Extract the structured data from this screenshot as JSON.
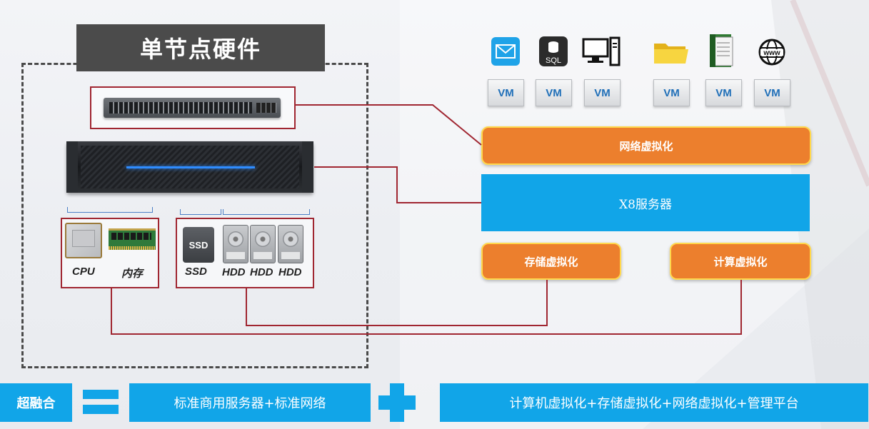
{
  "title": "单节点硬件",
  "hardware": {
    "cpu_label": "CPU",
    "memory_label": "内存",
    "ssd_label": "SSD",
    "ssd_badge": "SSD",
    "hdd_labels": [
      "HDD",
      "HDD",
      "HDD"
    ]
  },
  "icons": [
    "mail-icon",
    "sql-database-icon",
    "desktop-computer-icon",
    "folder-icon",
    "document-book-icon",
    "www-globe-icon"
  ],
  "sql_badge": "SQL",
  "www_badge": "www",
  "vms": [
    "VM",
    "VM",
    "VM",
    "VM",
    "VM",
    "VM"
  ],
  "network_virtualization": "网络虚拟化",
  "server_name": "X8服务器",
  "storage_virtualization": "存储虚拟化",
  "compute_virtualization": "计算虚拟化",
  "formula": {
    "left": "超融合",
    "middle": "标准商用服务器+标准网络",
    "right": "计算机虚拟化+存储虚拟化+网络虚拟化+管理平台"
  },
  "colors": {
    "accent_blue": "#11a5e8",
    "orange": "#ec7f2d",
    "line_red": "#a02631",
    "title_gray": "#4b4b4b"
  }
}
